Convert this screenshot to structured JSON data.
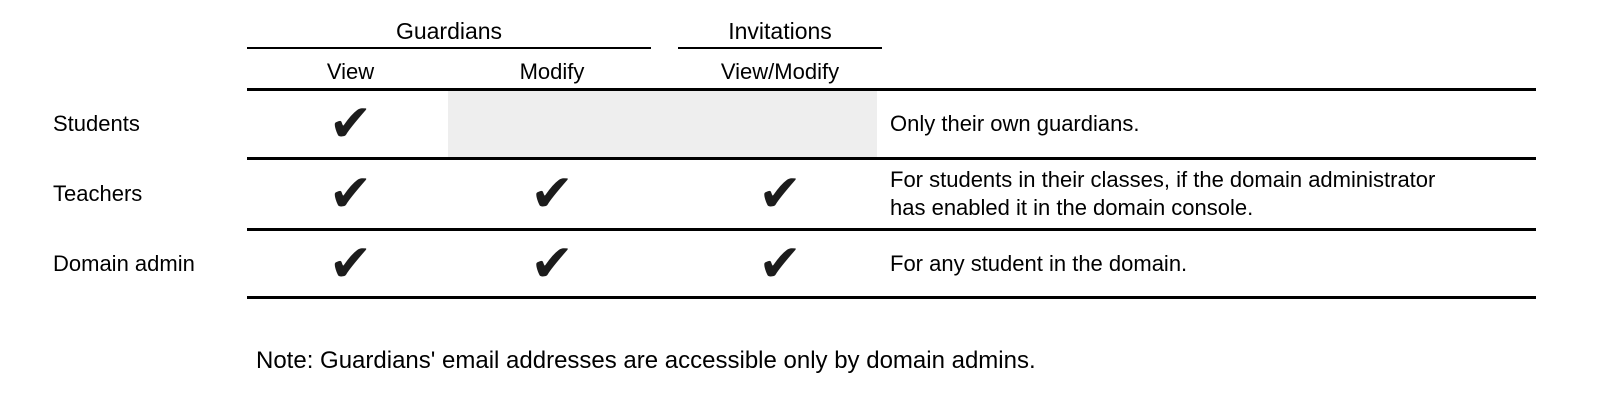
{
  "table": {
    "check_glyph": "✔",
    "column_groups": [
      {
        "label": "Guardians"
      },
      {
        "label": "Invitations"
      }
    ],
    "columns": [
      {
        "group": "Guardians",
        "label": "View"
      },
      {
        "group": "Guardians",
        "label": "Modify"
      },
      {
        "group": "Invitations",
        "label": "View/Modify"
      }
    ],
    "rows": [
      {
        "label": "Students",
        "guardians_view": true,
        "guardians_modify": false,
        "invitations_view_modify": false,
        "note": "Only their own guardians."
      },
      {
        "label": "Teachers",
        "guardians_view": true,
        "guardians_modify": true,
        "invitations_view_modify": true,
        "note": [
          "For students in their classes, if the domain administrator",
          "has enabled it in the domain console."
        ]
      },
      {
        "label": "Domain admin",
        "guardians_view": true,
        "guardians_modify": true,
        "invitations_view_modify": true,
        "note": "For any student in the domain."
      }
    ]
  },
  "footnote": "Note: Guardians' email addresses are accessible only by domain admins.",
  "colors": {
    "text": "#000000",
    "line": "#000000",
    "checkmark": "#1c1c1c",
    "disabled_cell": "#eeeeee",
    "background": "#ffffff"
  }
}
